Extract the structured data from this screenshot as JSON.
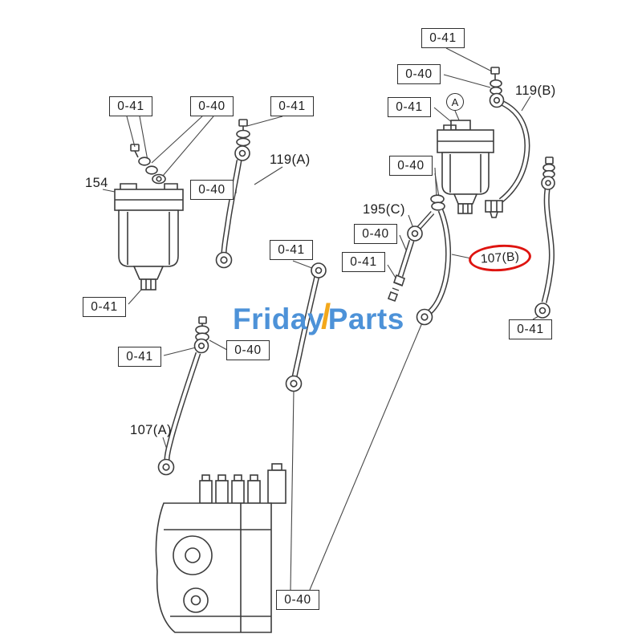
{
  "diagram": {
    "background": "#ffffff",
    "line_color": "#3c3c3c",
    "highlight_color": "#de1410"
  },
  "watermark": {
    "friday": "Friday",
    "slash": "/",
    "parts": "Parts",
    "text_color": "#4d92d8",
    "slash_color": "#f3a81c"
  },
  "callouts": {
    "boxed": [
      {
        "label": "0-41"
      },
      {
        "label": "0-40"
      },
      {
        "label": "0-41"
      },
      {
        "label": "0-40"
      },
      {
        "label": "0-40"
      },
      {
        "label": "0-41"
      },
      {
        "label": "0-41"
      },
      {
        "label": "0-40"
      },
      {
        "label": "0-41"
      },
      {
        "label": "0-40"
      },
      {
        "label": "0-41"
      },
      {
        "label": "0-41"
      },
      {
        "label": "0-41"
      },
      {
        "label": "0-41"
      },
      {
        "label": "0-40"
      },
      {
        "label": "0-40"
      }
    ],
    "plain": [
      {
        "label": "154"
      },
      {
        "label": "119(A)"
      },
      {
        "label": "119(B)"
      },
      {
        "label": "195(C)"
      },
      {
        "label": "107(A)"
      }
    ],
    "detail_marker": {
      "label": "A"
    },
    "highlighted": {
      "label": "107(B)"
    }
  }
}
